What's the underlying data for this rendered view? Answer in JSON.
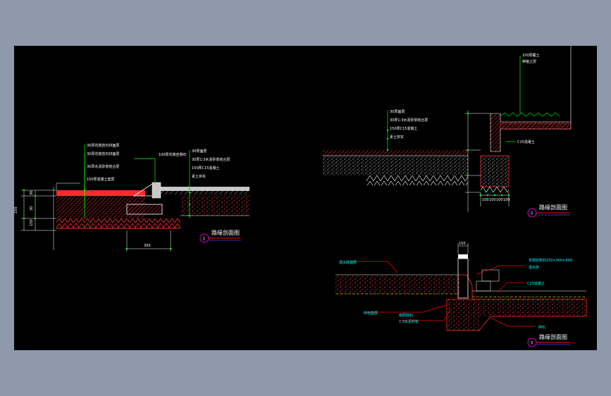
{
  "colors": {
    "background": "#000000",
    "frame": "#8e99ac",
    "leader_green": "#00ff00",
    "label_white": "#ffffff",
    "hatch_red": "#ff2a2a",
    "fill_gray": "#c8c8c8",
    "callout_red": "#ff0000",
    "circle_blue": "#4040ff",
    "circle_magenta": "#d000d0",
    "cyan_text": "#00ffff"
  },
  "detail1": {
    "number": "1",
    "title": "路缘剖面图",
    "labels": [
      "30厚花岗岩石材面层",
      "30厚花岗岩石材面层",
      "30厚水泥砂浆结合层",
      "150厚混凝土垫层",
      "100厚花岗岩侧石",
      "30厚面层",
      "30厚1:3水泥砂浆结合层",
      "150厚C15混凝土",
      "素土夯实"
    ],
    "dims_left": [
      "150",
      "30",
      "30",
      "150"
    ],
    "dim_bottom": "300"
  },
  "detail2": {
    "number": "2",
    "title": "路缘剖面图",
    "labels": [
      "30厚面层",
      "30厚1:3水泥砂浆结合层",
      "150厚C15混凝土",
      "素土夯实",
      "C15混凝土",
      "100厚覆土",
      "种植土层"
    ],
    "dims": [
      "100",
      "100",
      "100",
      "100"
    ]
  },
  "detail3": {
    "number": "3",
    "title": "路缘剖面图",
    "labels_left": [
      "透水砖面层",
      "碎石垫层",
      "级配碎石",
      "1:3水泥砂浆"
    ],
    "labels_right": [
      "花岗岩侧石150×300×500",
      "透水砖",
      "C15混凝土",
      "碎石"
    ],
    "dim_top": "150"
  }
}
